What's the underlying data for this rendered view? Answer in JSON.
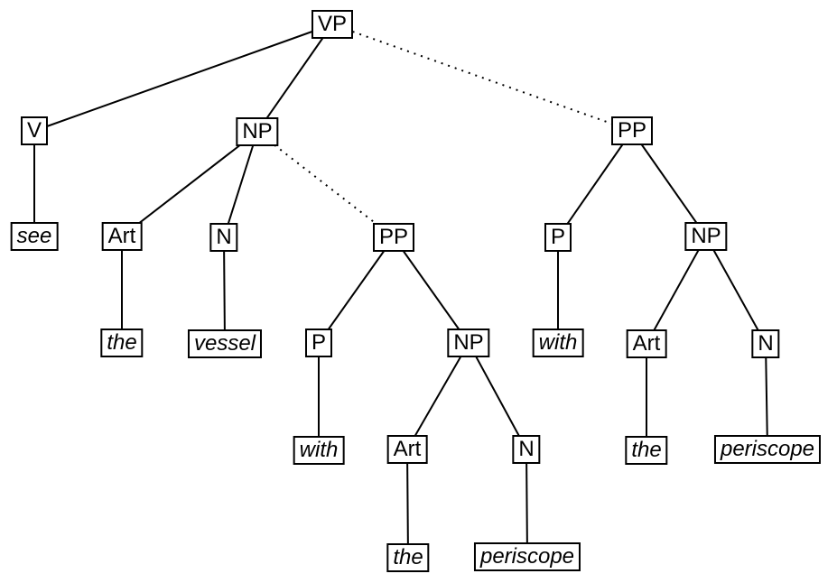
{
  "diagram": {
    "type": "syntax-parse-tree",
    "colors": {
      "background": "#ffffff",
      "line": "#000000",
      "box_border": "#000000",
      "box_fill": "#ffffff",
      "text": "#000000"
    },
    "nodes": {
      "vp": {
        "label": "VP",
        "kind": "nonterminal"
      },
      "v": {
        "label": "V",
        "kind": "nonterminal"
      },
      "np1": {
        "label": "NP",
        "kind": "nonterminal"
      },
      "pp2": {
        "label": "PP",
        "kind": "nonterminal"
      },
      "see": {
        "label": "see",
        "kind": "terminal"
      },
      "art1": {
        "label": "Art",
        "kind": "nonterminal"
      },
      "n1": {
        "label": "N",
        "kind": "nonterminal"
      },
      "pp1": {
        "label": "PP",
        "kind": "nonterminal"
      },
      "p2": {
        "label": "P",
        "kind": "nonterminal"
      },
      "np3": {
        "label": "NP",
        "kind": "nonterminal"
      },
      "the1": {
        "label": "the",
        "kind": "terminal"
      },
      "vessel": {
        "label": "vessel",
        "kind": "terminal"
      },
      "p1": {
        "label": "P",
        "kind": "nonterminal"
      },
      "np2": {
        "label": "NP",
        "kind": "nonterminal"
      },
      "with2": {
        "label": "with",
        "kind": "terminal"
      },
      "art3": {
        "label": "Art",
        "kind": "nonterminal"
      },
      "n3": {
        "label": "N",
        "kind": "nonterminal"
      },
      "with1": {
        "label": "with",
        "kind": "terminal"
      },
      "art2": {
        "label": "Art",
        "kind": "nonterminal"
      },
      "n2": {
        "label": "N",
        "kind": "nonterminal"
      },
      "the3": {
        "label": "the",
        "kind": "terminal"
      },
      "periscope3": {
        "label": "periscope",
        "kind": "terminal"
      },
      "the2": {
        "label": "the",
        "kind": "terminal"
      },
      "periscope2": {
        "label": "periscope",
        "kind": "terminal"
      }
    },
    "edges": [
      {
        "from": "vp",
        "to": "v",
        "style": "solid"
      },
      {
        "from": "vp",
        "to": "np1",
        "style": "solid"
      },
      {
        "from": "vp",
        "to": "pp2",
        "style": "dotted"
      },
      {
        "from": "v",
        "to": "see",
        "style": "solid"
      },
      {
        "from": "np1",
        "to": "art1",
        "style": "solid"
      },
      {
        "from": "np1",
        "to": "n1",
        "style": "solid"
      },
      {
        "from": "np1",
        "to": "pp1",
        "style": "dotted"
      },
      {
        "from": "art1",
        "to": "the1",
        "style": "solid"
      },
      {
        "from": "n1",
        "to": "vessel",
        "style": "solid"
      },
      {
        "from": "pp1",
        "to": "p1",
        "style": "solid"
      },
      {
        "from": "pp1",
        "to": "np2",
        "style": "solid"
      },
      {
        "from": "p1",
        "to": "with1",
        "style": "solid"
      },
      {
        "from": "np2",
        "to": "art2",
        "style": "solid"
      },
      {
        "from": "np2",
        "to": "n2",
        "style": "solid"
      },
      {
        "from": "art2",
        "to": "the2",
        "style": "solid"
      },
      {
        "from": "n2",
        "to": "periscope2",
        "style": "solid"
      },
      {
        "from": "pp2",
        "to": "p2",
        "style": "solid"
      },
      {
        "from": "pp2",
        "to": "np3",
        "style": "solid"
      },
      {
        "from": "p2",
        "to": "with2",
        "style": "solid"
      },
      {
        "from": "np3",
        "to": "art3",
        "style": "solid"
      },
      {
        "from": "np3",
        "to": "n3",
        "style": "solid"
      },
      {
        "from": "art3",
        "to": "the3",
        "style": "solid"
      },
      {
        "from": "n3",
        "to": "periscope3",
        "style": "solid"
      }
    ]
  }
}
